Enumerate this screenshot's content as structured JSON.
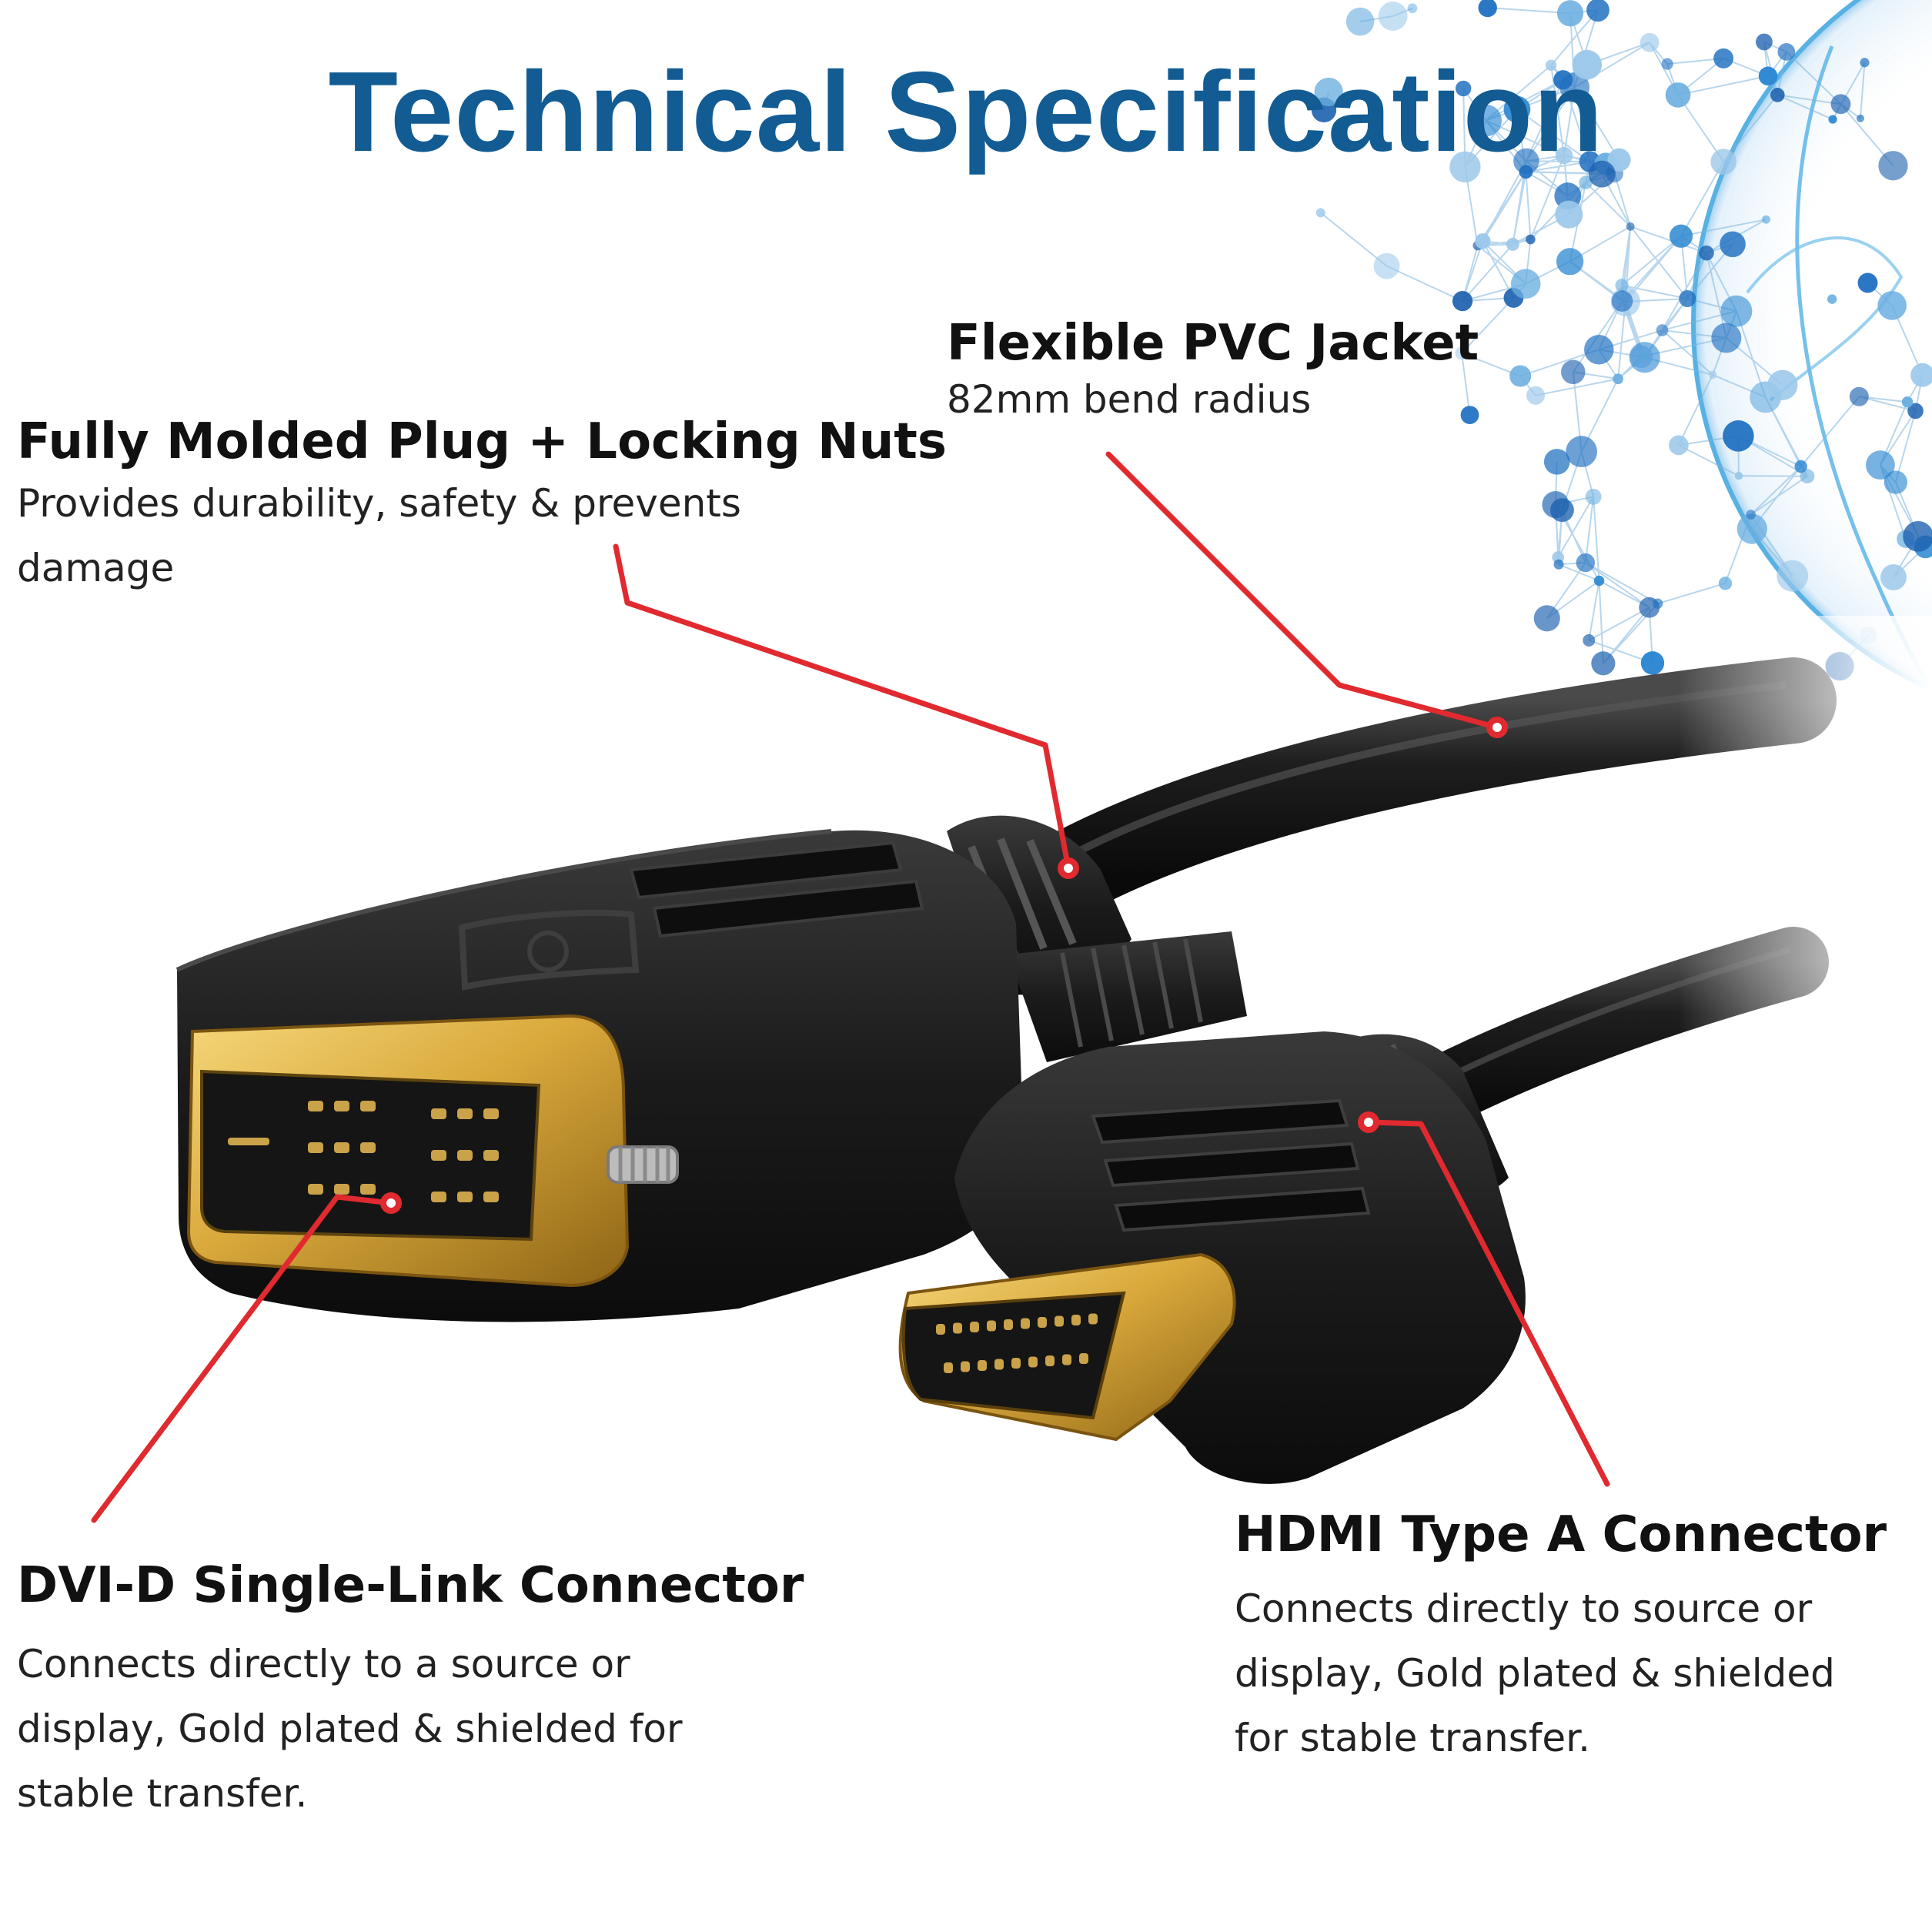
{
  "title": "Technical Specification",
  "callouts": {
    "jacket": {
      "heading": "Flexible PVC Jacket",
      "body": "82mm bend radius"
    },
    "molded": {
      "heading": "Fully Molded Plug + Locking Nuts",
      "body": "Provides durability, safety & prevents damage"
    },
    "dvi": {
      "heading": "DVI-D Single-Link Connector",
      "body": "Connects directly to a source or display, Gold plated & shielded for stable transfer."
    },
    "hdmi": {
      "heading": "HDMI Type A Connector",
      "body": "Connects directly to source or display, Gold plated & shielded for stable transfer."
    }
  },
  "colors": {
    "title": "#125c93",
    "leader": "#e02a2f",
    "network": "#3a8fd6",
    "cable": "#141414",
    "gold": "#d9a93c"
  },
  "icons": [
    "globe-network-graphic",
    "dvi-cable-illustration",
    "hdmi-cable-illustration"
  ]
}
